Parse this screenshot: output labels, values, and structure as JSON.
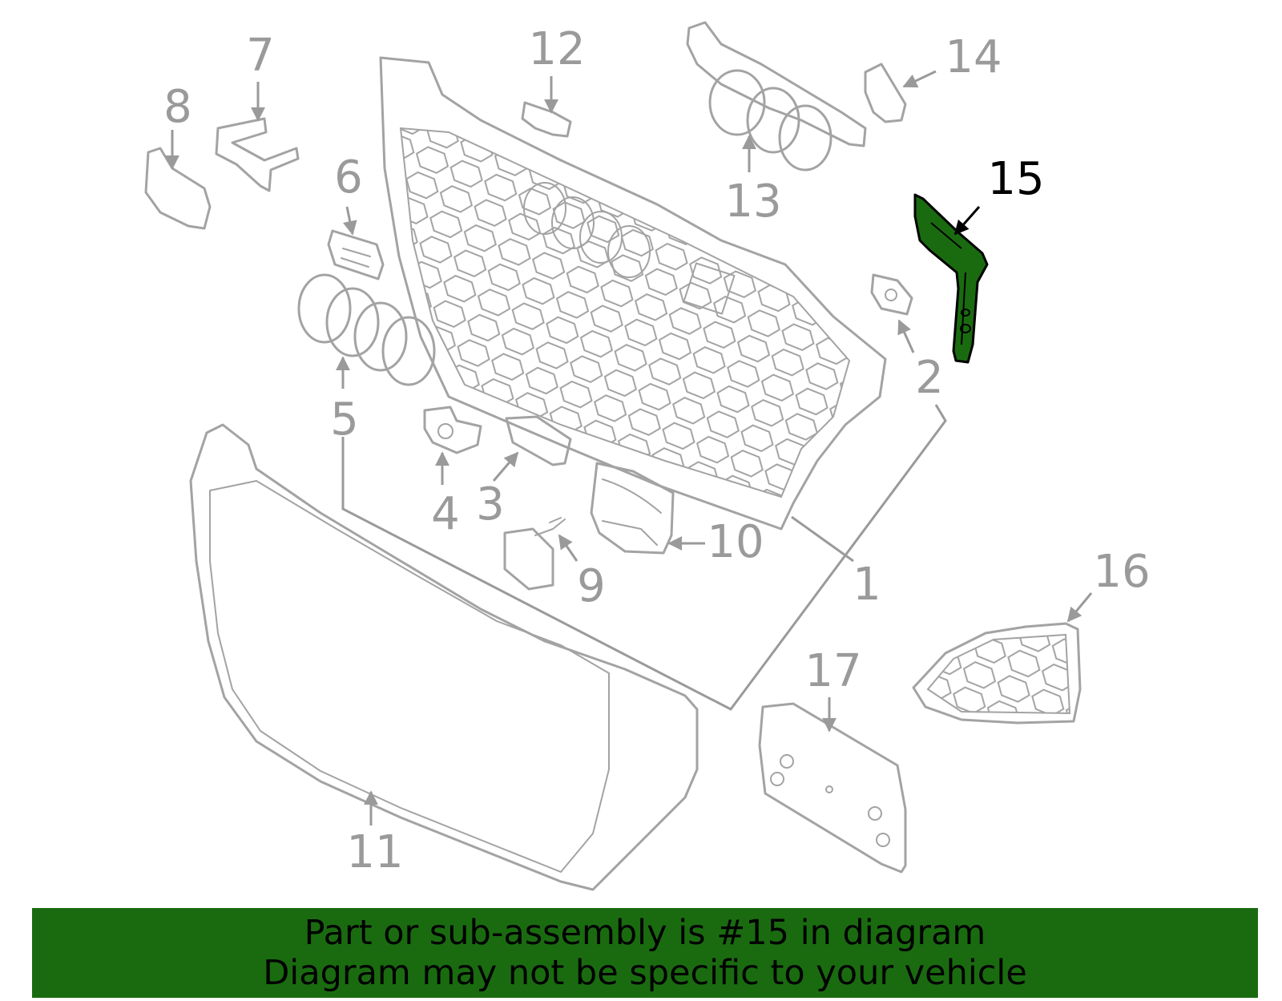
{
  "diagram": {
    "callouts": [
      "1",
      "2",
      "3",
      "4",
      "5",
      "6",
      "7",
      "8",
      "9",
      "10",
      "11",
      "12",
      "13",
      "14",
      "15",
      "16",
      "17"
    ],
    "highlighted": "15",
    "highlight_color": "#1a6b10",
    "part_color": "#a3a3a3",
    "label_color": "#9a9a9a"
  },
  "banner": {
    "line1": "Part or sub-assembly is #15 in diagram",
    "line2": "Diagram may not be specific to your vehicle",
    "background": "#1a6b10"
  }
}
